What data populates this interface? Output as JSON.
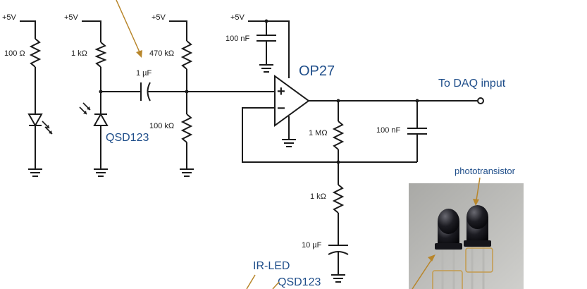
{
  "supply": {
    "label": "+5V"
  },
  "components": {
    "r_led": "100 Ω",
    "r_photo": "1 kΩ",
    "r_bias_top": "470 kΩ",
    "r_bias_bot": "100 kΩ",
    "c_coupling": "1 µF",
    "c_supply": "100 nF",
    "r_feedback": "1 MΩ",
    "c_feedback": "100 nF",
    "r_gain": "1 kΩ",
    "c_gain": "10 µF"
  },
  "names": {
    "sensor": "QSD123",
    "opamp": "OP27",
    "output": "To DAQ input",
    "phototransistor": "phototransistor",
    "ir_led": "IR-LED",
    "sensor_bottom": "QSD123"
  },
  "opamp_pins": {
    "plus": "+",
    "minus": "−"
  },
  "colors": {
    "wire": "#1a1a1a",
    "label_blue": "#1f4e8a",
    "annotation_arrow": "#b8862b"
  }
}
